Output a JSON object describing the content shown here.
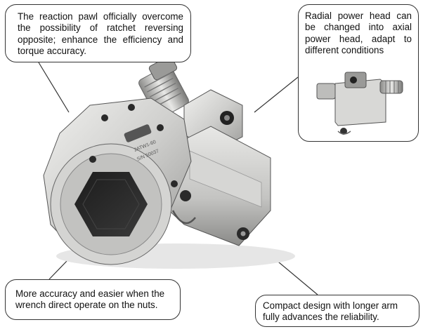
{
  "callouts": {
    "pawl": "The reaction pawl officially overcome the possibility of ratchet reversing opposite; enhance the efficiency and torque accuracy.",
    "power_head": "Radial power head can be changed into axial power head, adapt to different conditions",
    "accuracy": "More accuracy and easier when the wrench direct operate on the nuts.",
    "compact": "Compact design with longer arm fully advances the reliability."
  },
  "tool_labels": {
    "brand_badge": "",
    "model": "2ATW1-60",
    "serial": "S/N 50037"
  },
  "colors": {
    "steel_light": "#e4e4e2",
    "steel_mid": "#b8b8b6",
    "steel_dark": "#6e6e6c",
    "outline": "#333333"
  }
}
